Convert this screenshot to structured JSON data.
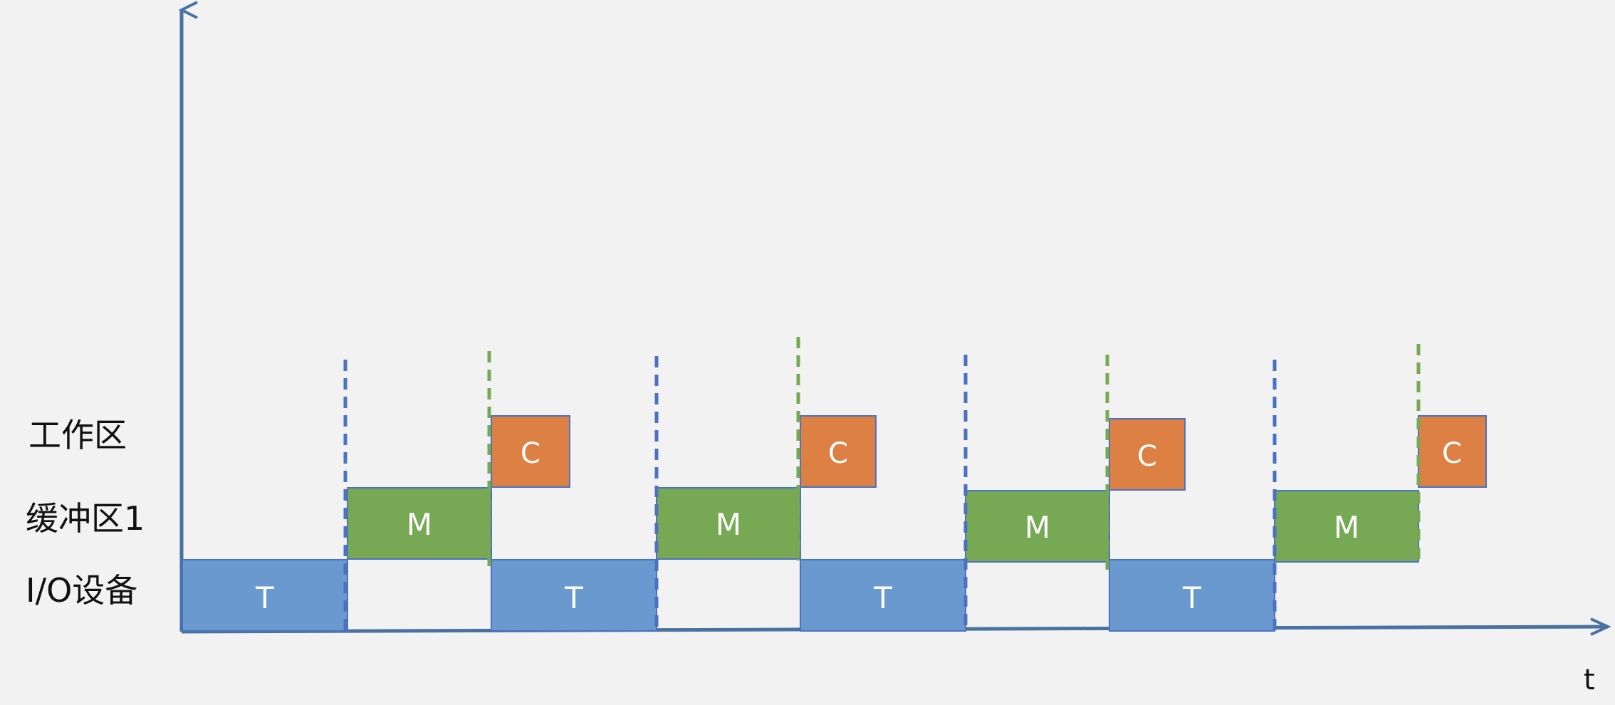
{
  "rows": {
    "workspace": "工作区",
    "buffer": "缓冲区1",
    "io": "I/O设备"
  },
  "axis": {
    "x_label": "t"
  },
  "block_labels": {
    "transfer": "T",
    "move": "M",
    "compute": "C"
  },
  "colors": {
    "transfer": "#6a99d0",
    "move": "#77a954",
    "compute": "#dd8043",
    "axis": "#4a72a0",
    "block_border": "#4a72c0",
    "blue_dash": "#4a72c0",
    "green_dash": "#77a954",
    "background": "#f2f2f2"
  },
  "cycles": [
    {
      "t": "T",
      "m": "M",
      "c": "C"
    },
    {
      "t": "T",
      "m": "M",
      "c": "C"
    },
    {
      "t": "T",
      "m": "M",
      "c": "C"
    },
    {
      "t": "T",
      "m": "M",
      "c": "C"
    }
  ]
}
